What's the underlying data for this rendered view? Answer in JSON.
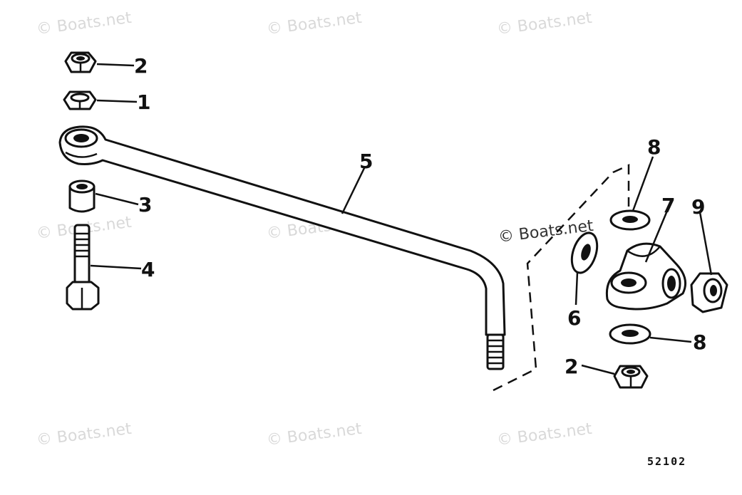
{
  "watermark_text": "© Boats.net",
  "drawing_number": "52102",
  "callouts": {
    "locknut_top": "2",
    "nut_top": "1",
    "spacer": "3",
    "bolt": "4",
    "link_rod": "5",
    "washer_left": "6",
    "pivot_block": "7",
    "washer_top": "8",
    "locknut_right": "9",
    "washer_bottom": "8",
    "locknut_bottom": "2"
  }
}
